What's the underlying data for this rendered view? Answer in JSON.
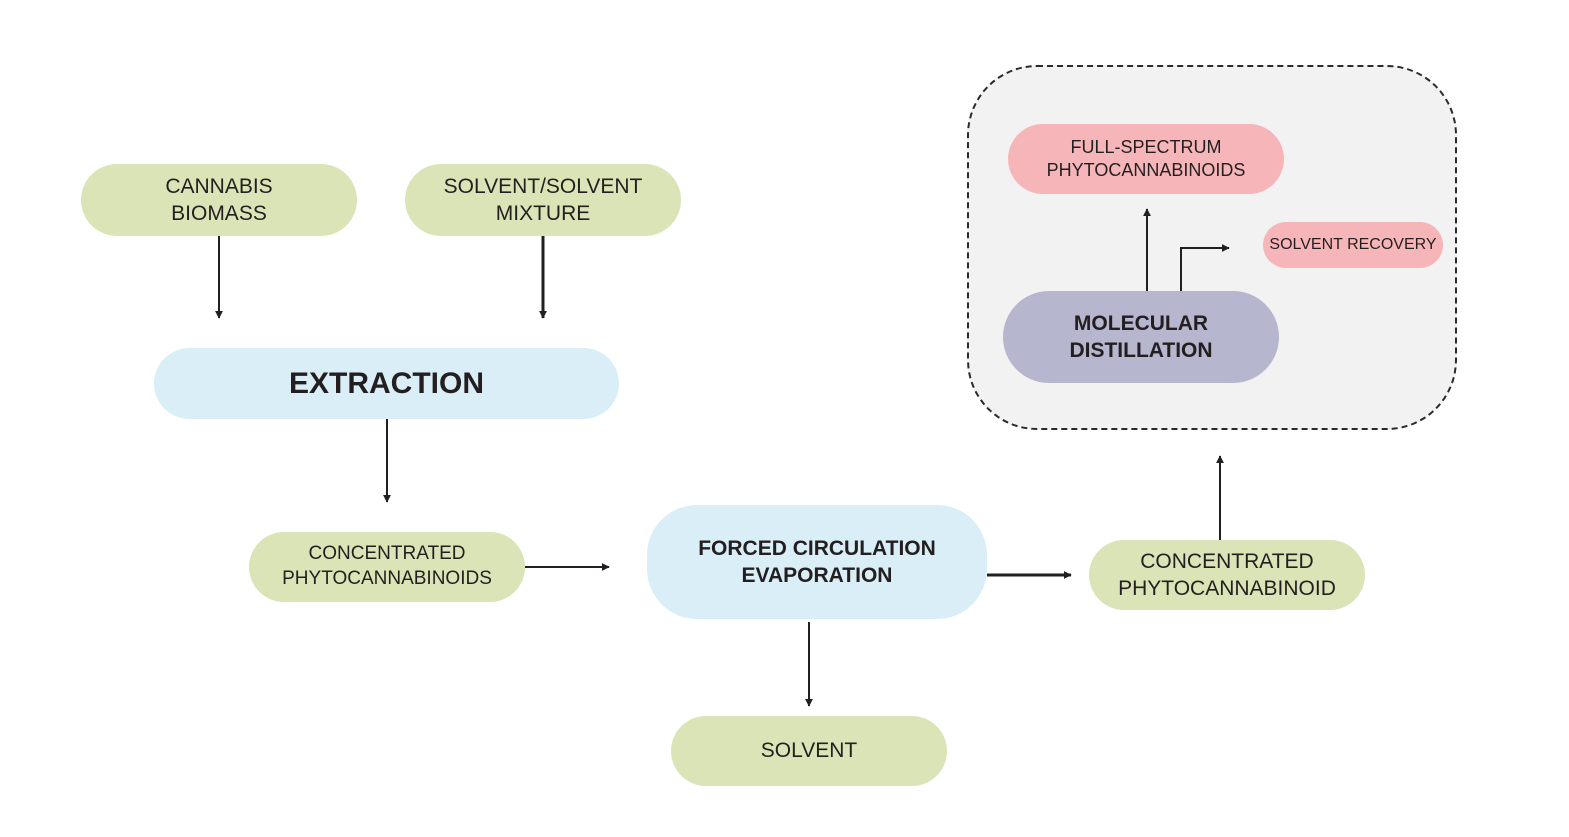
{
  "diagram": {
    "nodes": {
      "cannabis_biomass": "CANNABIS\nBIOMASS",
      "solvent_mixture": "SOLVENT/SOLVENT\nMIXTURE",
      "extraction": "EXTRACTION",
      "concentrated_phytocannabinoids": "CONCENTRATED\nPHYTOCANNABINOIDS",
      "forced_circulation_evaporation": "FORCED CIRCULATION\nEVAPORATION",
      "solvent": "SOLVENT",
      "concentrated_phytocannabinoid": "CONCENTRATED\nPHYTOCANNABINOID",
      "full_spectrum": "FULL-SPECTRUM\nPHYTOCANNABINOIDS",
      "solvent_recovery": "SOLVENT RECOVERY",
      "molecular_distillation": "MOLECULAR\nDISTILLATION"
    },
    "edges": [
      {
        "from": "cannabis_biomass",
        "to": "extraction"
      },
      {
        "from": "solvent_mixture",
        "to": "extraction"
      },
      {
        "from": "extraction",
        "to": "concentrated_phytocannabinoids"
      },
      {
        "from": "concentrated_phytocannabinoids",
        "to": "forced_circulation_evaporation"
      },
      {
        "from": "forced_circulation_evaporation",
        "to": "solvent"
      },
      {
        "from": "forced_circulation_evaporation",
        "to": "concentrated_phytocannabinoid"
      },
      {
        "from": "concentrated_phytocannabinoid",
        "to": "molecular_distillation"
      },
      {
        "from": "molecular_distillation",
        "to": "full_spectrum"
      },
      {
        "from": "molecular_distillation",
        "to": "solvent_recovery"
      }
    ],
    "colors": {
      "input_output": "#dbe4b6",
      "process": "#d9eef7",
      "product": "#f6b6b9",
      "distillation": "#b6b6cf",
      "group_background": "#f2f2f2"
    }
  }
}
